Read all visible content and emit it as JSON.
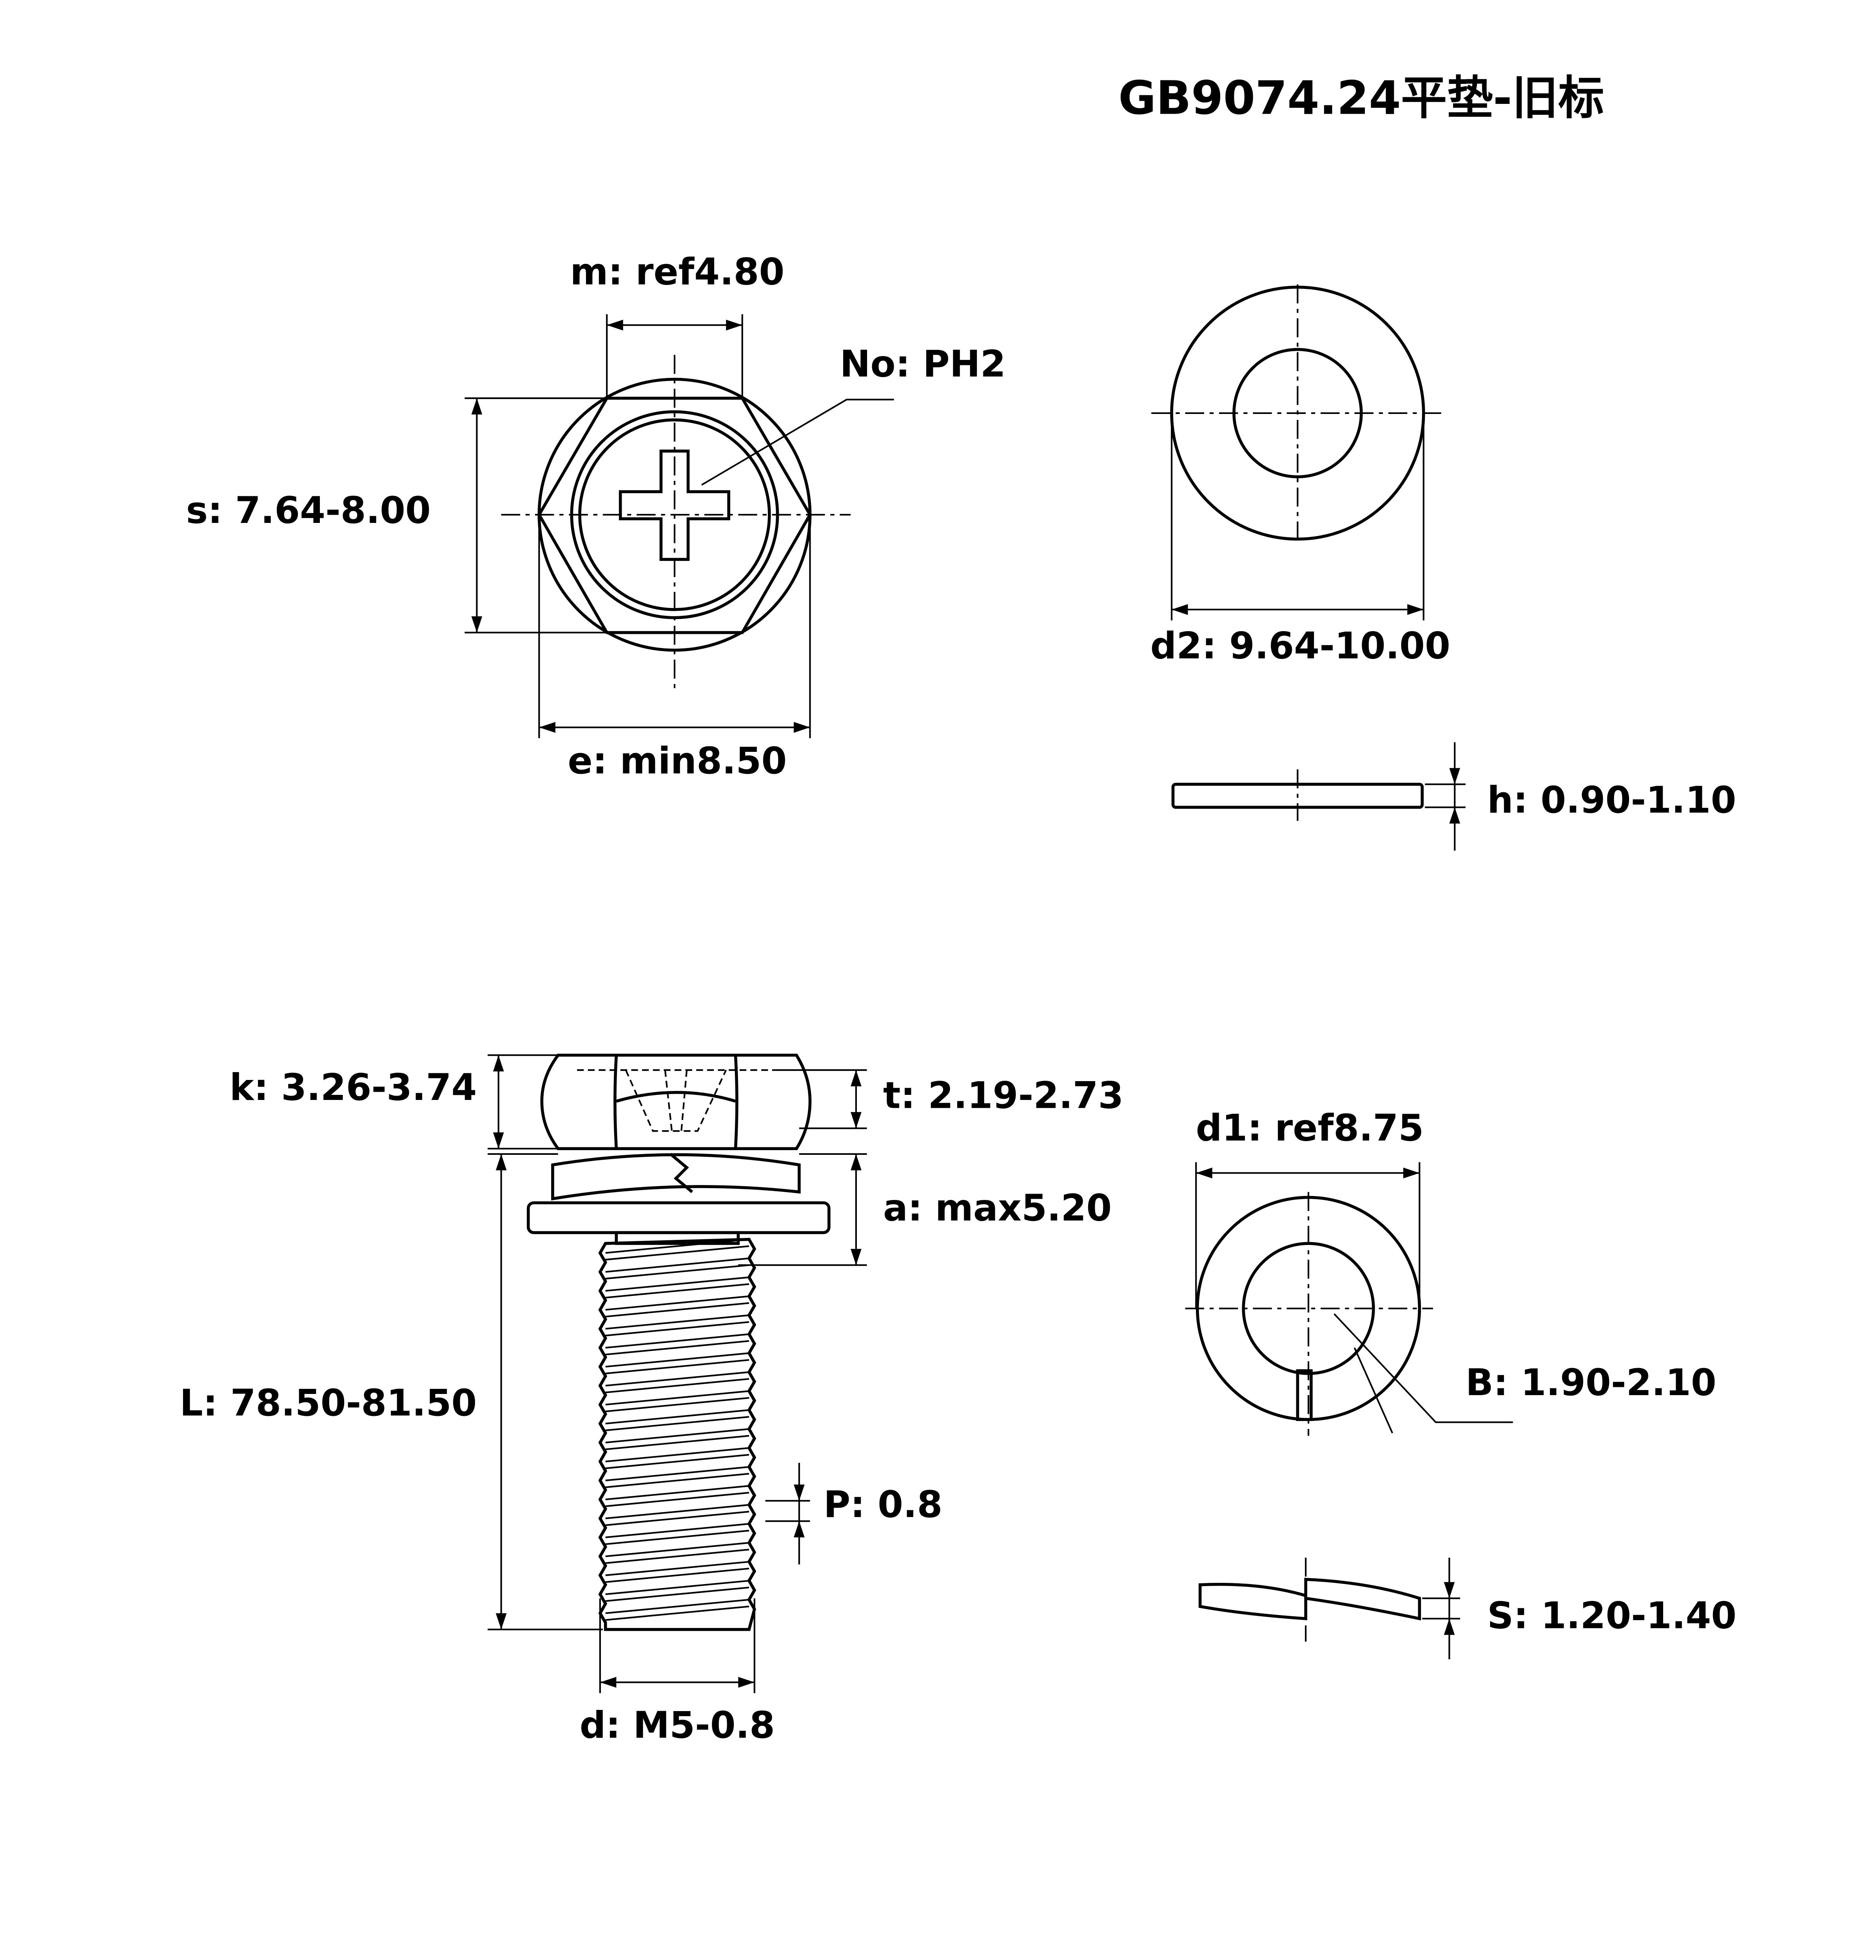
{
  "title": "GB9074.24平垫-旧标",
  "labels": {
    "m": "m: ref4.80",
    "no": "No: PH2",
    "s": "s: 7.64-8.00",
    "e": "e: min8.50",
    "d2": "d2: 9.64-10.00",
    "h": "h: 0.90-1.10",
    "k": "k: 3.26-3.74",
    "t": "t: 2.19-2.73",
    "a": "a: max5.20",
    "d1": "d1: ref8.75",
    "B": "B: 1.90-2.10",
    "L": "L: 78.50-81.50",
    "P": "P: 0.8",
    "S": "S: 1.20-1.40",
    "d": "d: M5-0.8"
  }
}
